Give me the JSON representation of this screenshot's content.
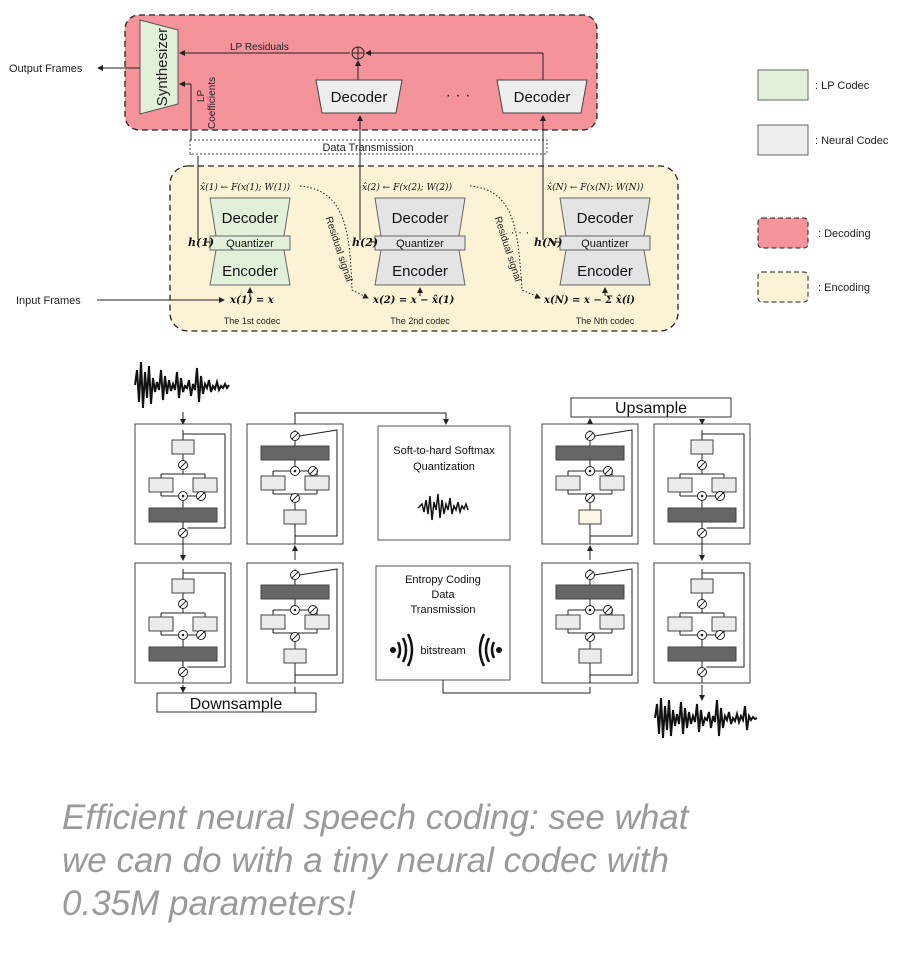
{
  "top_diagram": {
    "output_frames": "Output Frames",
    "input_frames": "Input Frames",
    "synthesizer": "Synthesizer",
    "lp_coefficients_1": "LP",
    "lp_coefficients_2": "Coefficients",
    "lp_residuals": "LP Residuals",
    "decoder": "Decoder",
    "ellipsis": "· · ·",
    "data_transmission": "Data Transmission",
    "quantizer": "Quantizer",
    "encoder": "Encoder",
    "residual_signal": "Residual signal",
    "codec_labels": [
      "The 1st codec",
      "The 2nd codec",
      "The Nth codec"
    ],
    "h_labels": [
      "h(1)",
      "h(2)",
      "h(N)"
    ],
    "xhat_labels": [
      "x̂(1) ← F(x(1); W(1))",
      "x̂(2) ← F(x(2); W(2))",
      "x̂(N) ← F(x(N); W(N))"
    ],
    "x_labels": [
      "x(1) = x",
      "x(2) = x − x̂(1)",
      "x(N) = x − Σ x̂(i)"
    ]
  },
  "legend": {
    "items": [
      {
        "label": ": LP Codec",
        "color": "#e2f0d9"
      },
      {
        "label": ": Neural Codec",
        "color": "#eeeeee"
      },
      {
        "label": ": Decoding",
        "color": "#f4939a"
      },
      {
        "label": ": Encoding",
        "color": "#fcf3d6"
      }
    ]
  },
  "bottom_diagram": {
    "quantization_1": "Soft-to-hard Softmax",
    "quantization_2": "Quantization",
    "entropy_1": "Entropy Coding",
    "entropy_2": "Data",
    "entropy_3": "Transmission",
    "bitstream": "bitstream",
    "downsample": "Downsample",
    "upsample": "Upsample"
  },
  "caption": "Efficient neural speech coding: see what we can do with a tiny neural codec with 0.35M parameters!"
}
